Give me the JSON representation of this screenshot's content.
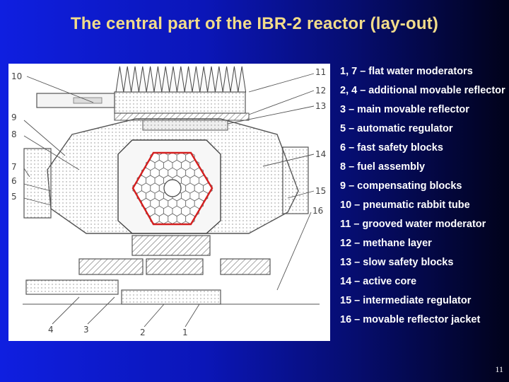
{
  "title": "The central part of the IBR-2 reactor (lay-out)",
  "diagram": {
    "callouts": [
      "10",
      "9",
      "8",
      "7",
      "6",
      "5",
      "11",
      "12",
      "13",
      "14",
      "15",
      "16",
      "4",
      "3",
      "2",
      "1"
    ]
  },
  "legend": [
    "1, 7 – flat water moderators",
    "2, 4 – additional movable reflector",
    "3 – main movable reflector",
    "5 – automatic regulator",
    "6 – fast safety blocks",
    "8 – fuel assembly",
    "9 – compensating blocks",
    "10 – pneumatic rabbit tube",
    "11 – grooved water moderator",
    "12 – methane layer",
    "13 – slow safety blocks",
    "14 – active core",
    "15 – intermediate regulator",
    "16 – movable reflector jacket"
  ],
  "slide_number": "11",
  "colors": {
    "title": "#f2dc8a",
    "core_outline": "#d42020"
  }
}
